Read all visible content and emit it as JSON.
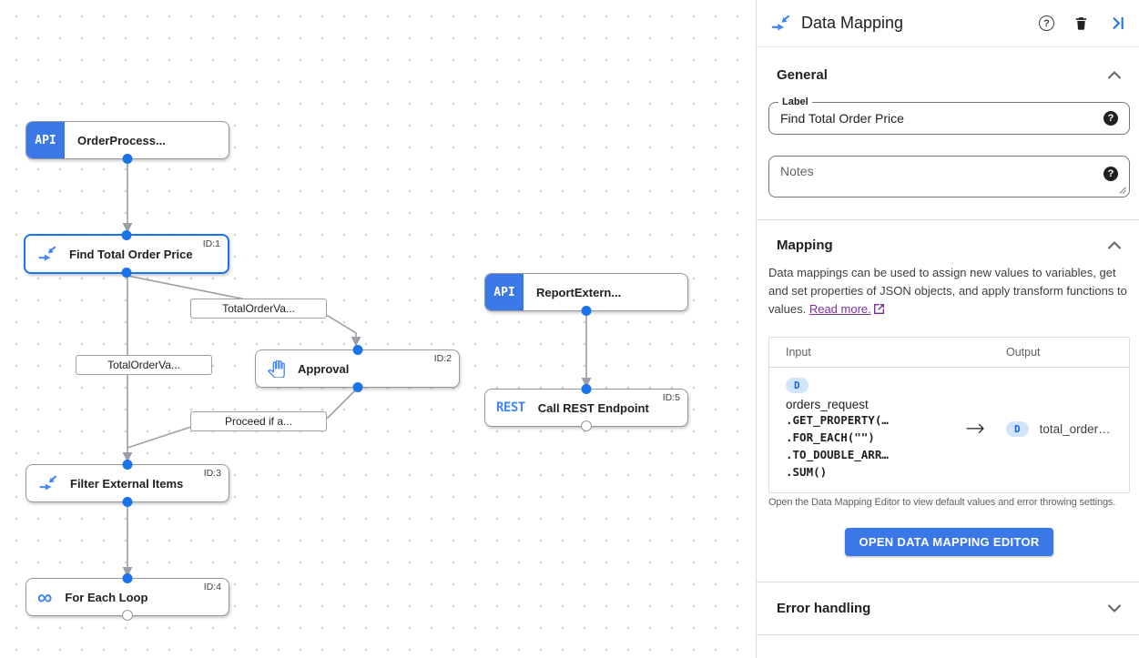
{
  "canvas": {
    "nodes": [
      {
        "label": "OrderProcess...",
        "badge": "API"
      },
      {
        "label": "Find Total Order Price",
        "id_tag": "ID:1"
      },
      {
        "label": "ReportExtern...",
        "badge": "API"
      },
      {
        "label": "Approval",
        "id_tag": "ID:2"
      },
      {
        "label": "Call REST Endpoint",
        "badge": "REST",
        "id_tag": "ID:5"
      },
      {
        "label": "Filter External Items",
        "id_tag": "ID:3"
      },
      {
        "label": "For Each Loop",
        "id_tag": "ID:4"
      }
    ],
    "edge_labels": [
      "TotalOrderVa...",
      "TotalOrderVa...",
      "Proceed if a..."
    ]
  },
  "panel": {
    "title": "Data Mapping",
    "general": {
      "heading": "General",
      "label_field": {
        "label": "Label",
        "value": "Find Total Order Price"
      },
      "notes_field": {
        "placeholder": "Notes"
      }
    },
    "mapping": {
      "heading": "Mapping",
      "description": "Data mappings can be used to assign new values to variables, get and set properties of JSON objects, and apply transform functions to values.",
      "read_more": "Read more.",
      "table": {
        "input_header": "Input",
        "output_header": "Output",
        "input_badge": "D",
        "input_var": "orders_request",
        "input_lines": [
          ".GET_PROPERTY(…",
          ".FOR_EACH(\"\")",
          ".TO_DOUBLE_ARR…",
          ".SUM()"
        ],
        "arrow": "→",
        "output_badge": "D",
        "output_var": "total_order…"
      },
      "caption": "Open the Data Mapping Editor to view default values and error throwing settings.",
      "button": "OPEN DATA MAPPING EDITOR"
    },
    "error": {
      "heading": "Error handling"
    }
  },
  "colors": {
    "accent_blue": "#1a73e8",
    "api_badge_blue": "#3b78e7",
    "icon_blue": "#4285f4",
    "edge_gray": "#9aa0a6",
    "link_purple": "#7b2d9e",
    "badge_bg": "#d2e3fc",
    "badge_text": "#1967d2"
  }
}
